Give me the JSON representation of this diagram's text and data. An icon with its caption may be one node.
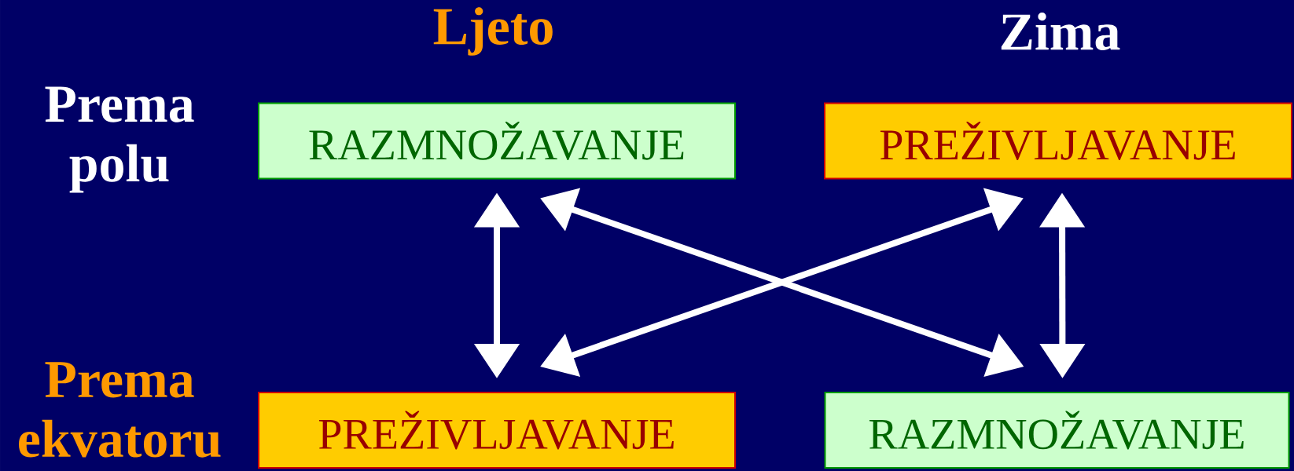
{
  "diagram": {
    "nodes": [
      {
        "text": [
          "RAZMNOŽAVANJE"
        ]
      },
      {
        "text": [
          "PREŽIVLJAVANJE"
        ]
      },
      {
        "text": [
          "PREŽIVLJAVANJE"
        ]
      },
      {
        "text": [
          "RAZMNOŽAVANJE"
        ]
      }
    ],
    "edges": [
      {
        "from": 0,
        "to": 2,
        "arrow": "both"
      },
      {
        "from": 0,
        "to": 3,
        "arrow": "both"
      },
      {
        "from": 1,
        "to": 2,
        "arrow": "both"
      },
      {
        "from": 1,
        "to": 3,
        "arrow": "both"
      }
    ],
    "labels": [
      "Ljeto",
      "Zima",
      "Prema polu",
      "Prema ekvatoru"
    ]
  }
}
